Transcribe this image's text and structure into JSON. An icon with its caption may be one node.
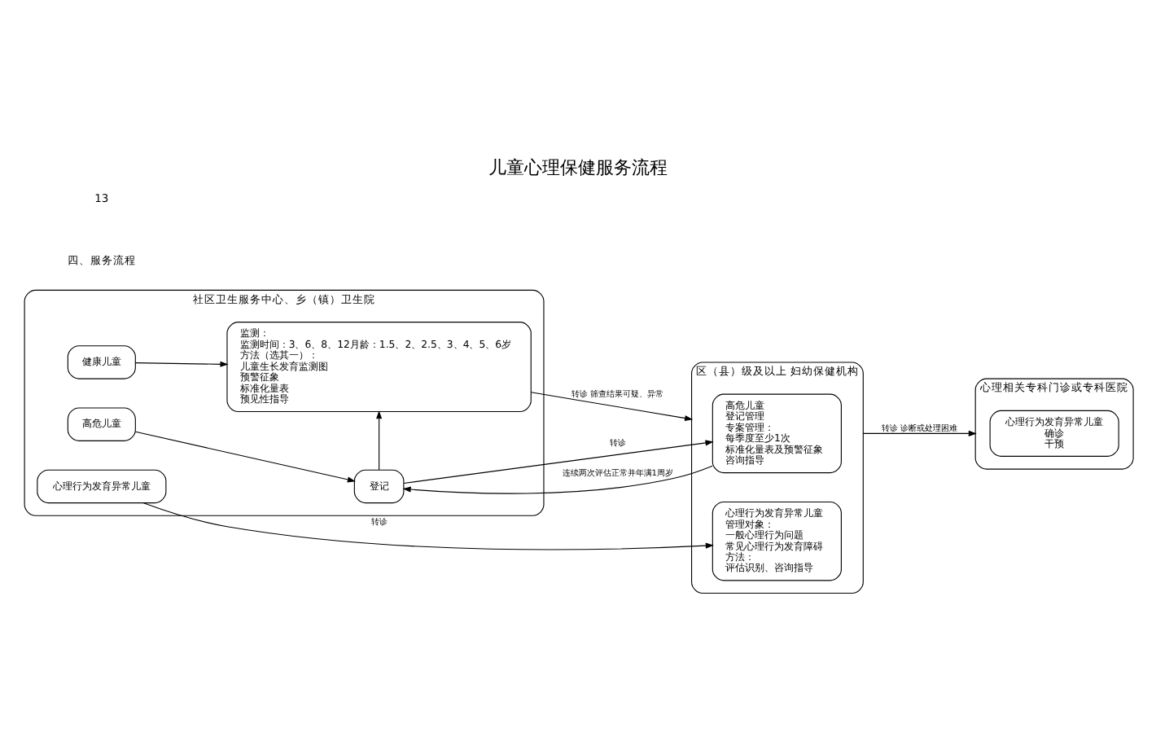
{
  "diagram": {
    "title": "儿童心理保健服务流程",
    "nodes": [
      {
        "text": [
          "社区卫生服务中心、乡（镇）卫生院"
        ]
      },
      {
        "text": [
          "高危儿童"
        ],
        "in": 0
      },
      {
        "text": [
          "登记"
        ],
        "in": 0
      },
      {
        "text": [
          "健康儿童"
        ],
        "in": 0
      },
      {
        "text": [
          "监测：",
          "监测时间：3、6、8、12月龄：1.5、2、2.5、3、4、5、6岁",
          "方法（选其一）：",
          "儿童生长发育监测图",
          "预警征象",
          "标准化量表",
          "预见性指导"
        ],
        "in": 0
      },
      {
        "text": [
          "心理行为发育异常儿童"
        ],
        "in": 0
      },
      {
        "text": [
          "区（县）级及以上 妇幼保健机构"
        ]
      },
      {
        "text": [
          "高危儿童",
          "登记管理",
          "专案管理：",
          "每季度至少1次",
          "标准化量表及预警征象",
          "咨询指导"
        ],
        "in": 6
      },
      {
        "text": [
          "心理行为发育异常儿童",
          "管理对象：",
          "一般心理行为问题",
          "常见心理行为发育障碍",
          "方法：",
          "评估识别、咨询指导"
        ],
        "in": 6
      },
      {
        "text": [
          "心理相关专科门诊或专科医院"
        ]
      },
      {
        "text": [
          "心理行为发育异常儿童",
          "确诊",
          "干预"
        ],
        "in": 9
      }
    ],
    "edges": [
      {
        "from": 1,
        "to": 2,
        "arrow": "to"
      },
      {
        "from": 2,
        "to": 4,
        "arrow": "to"
      },
      {
        "from": 3,
        "to": 4,
        "arrow": "to"
      },
      {
        "from": 2,
        "to": 7,
        "arrow": "to",
        "label": "转诊"
      },
      {
        "from": 7,
        "to": 2,
        "arrow": "to",
        "label": "连续两次评估正常并年满1周岁"
      },
      {
        "from": 4,
        "to": 6,
        "arrow": "to",
        "label": "转诊 筛查结果可疑、异常"
      },
      {
        "from": 5,
        "to": 8,
        "arrow": "to",
        "label": "转诊"
      },
      {
        "from": 6,
        "to": 9,
        "arrow": "to",
        "label": "转诊 诊断或处理困难"
      }
    ],
    "labels": [
      "四、服务流程",
      "13"
    ]
  }
}
